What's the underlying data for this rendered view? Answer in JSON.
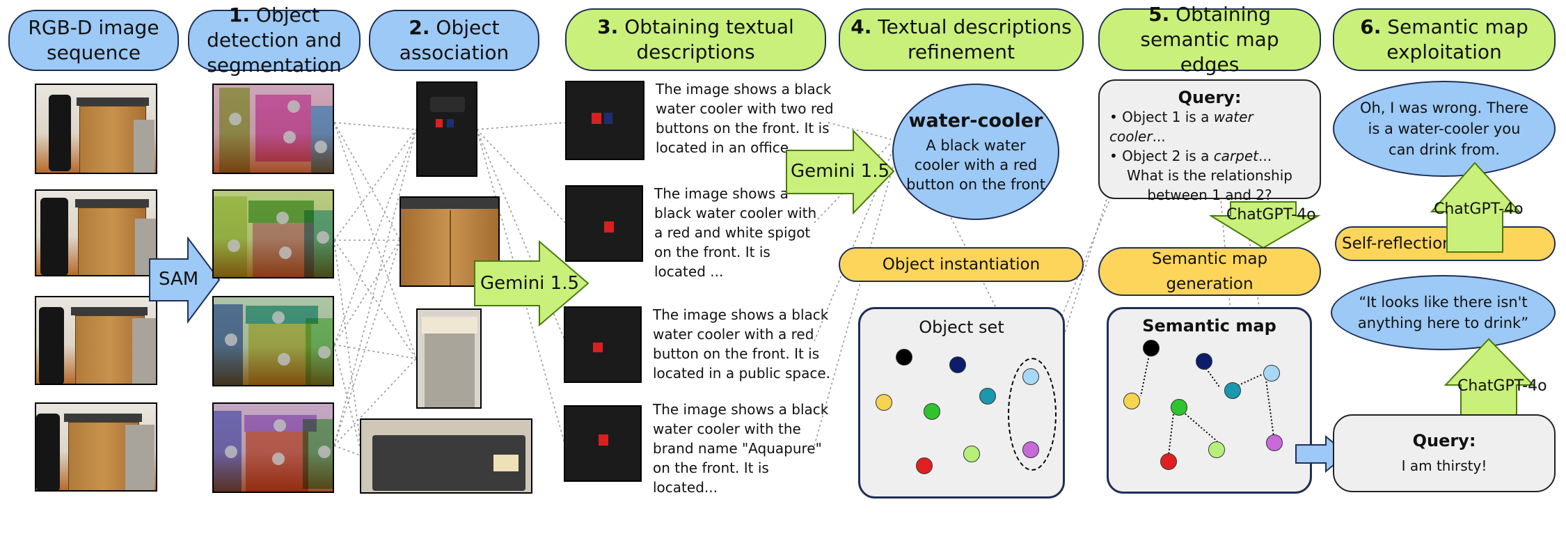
{
  "headers": {
    "rgbd": "RGB-D image sequence",
    "step1_num": "1.",
    "step1_text": "Object detection and segmentation",
    "step2_num": "2.",
    "step2_text": "Object association",
    "step3_num": "3.",
    "step3_text": "Obtaining textual descriptions",
    "step4_num": "4.",
    "step4_text": "Textual descriptions refinement",
    "step5_num": "5.",
    "step5_text": "Obtaining semantic map edges",
    "step6_num": "6.",
    "step6_text": "Semantic map exploitation"
  },
  "arrows": {
    "sam": "SAM",
    "gemini_a": "Gemini 1.5",
    "gemini_b": "Gemini 1.5",
    "chatgpt_a": "ChatGPT-4o",
    "chatgpt_b": "ChatGPT-4o",
    "chatgpt_c": "ChatGPT-4o"
  },
  "descriptions": [
    "The image shows a black water cooler with two red buttons on the front. It is located in an office...",
    "The image shows a black water cooler with a red and white spigot on the front. It is located ...",
    "The image shows a black water cooler with a red button on the front. It is located in a public space.",
    "The image shows a black water cooler with the brand name \"Aquapure\" on the front. It is located..."
  ],
  "refined": {
    "title": "water-cooler",
    "text": "A black water cooler with a red button on the front"
  },
  "labels": {
    "object_instantiation": "Object instantiation",
    "object_set": "Object set",
    "semantic_map_generation": "Semantic map generation",
    "semantic_map": "Semantic map",
    "self_reflection": "Self-reflection"
  },
  "query5": {
    "title": "Query:",
    "b1_pre": "Object 1 is a ",
    "b1_em": "water cooler",
    "b1_post": "...",
    "b2_pre": "Object 2 is a ",
    "b2_em": "carpet",
    "b2_post": "...",
    "question": "What is the relationship between 1 and 2?"
  },
  "step6": {
    "bubble_top": "Oh, I was wrong. There is a water-cooler you can drink from.",
    "bubble_mid": "“It looks like there isn't anything here to drink”",
    "query_title": "Query:",
    "query_text": "I am thirsty!"
  },
  "colors": {
    "blue_fill": "#9cc9f5",
    "green_fill": "#c9f07a",
    "yellow_fill": "#fdd55b",
    "gray_fill": "#efefef",
    "navy_border": "#1f2e57"
  },
  "object_colors": [
    "#000000",
    "#0b1d6b",
    "#f7d44f",
    "#2fc42f",
    "#1a98ad",
    "#a8d8f7",
    "#e02020",
    "#b6f07a",
    "#c86ad9"
  ]
}
